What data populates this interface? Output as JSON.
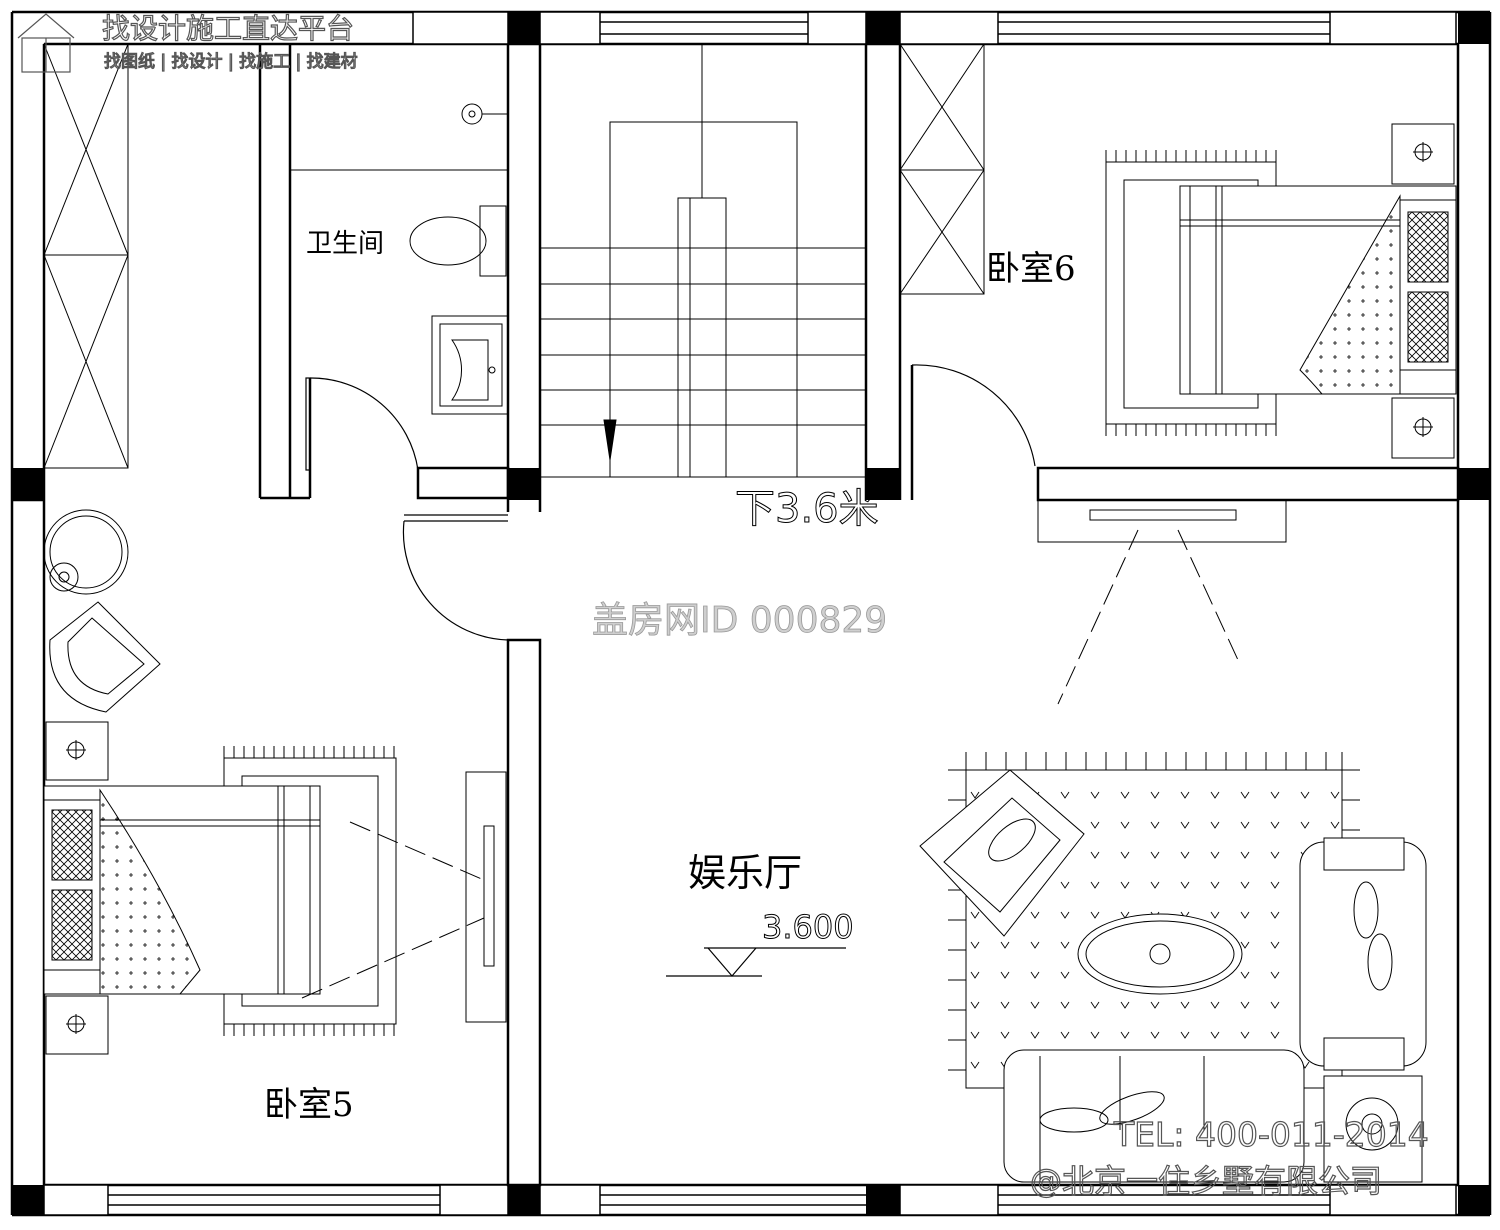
{
  "watermark": {
    "slogan": "找设计施工直达平台",
    "links": "找图纸 | 找设计 | 找施工 | 找建材",
    "plan_id": "盖房网ID 000829",
    "phone": "TEL: 400-011-2014",
    "company": "@北京一住乡墅有限公司"
  },
  "rooms": {
    "bathroom": "卫生间",
    "bedroom6": "卧室6",
    "bedroom5": "卧室5",
    "entertainment": "娱乐厅"
  },
  "annotations": {
    "stair_down": "下3.6米",
    "elevation": "3.600"
  },
  "colors": {
    "wall": "#000000",
    "line": "#000000",
    "watermark": "#cccccc"
  }
}
